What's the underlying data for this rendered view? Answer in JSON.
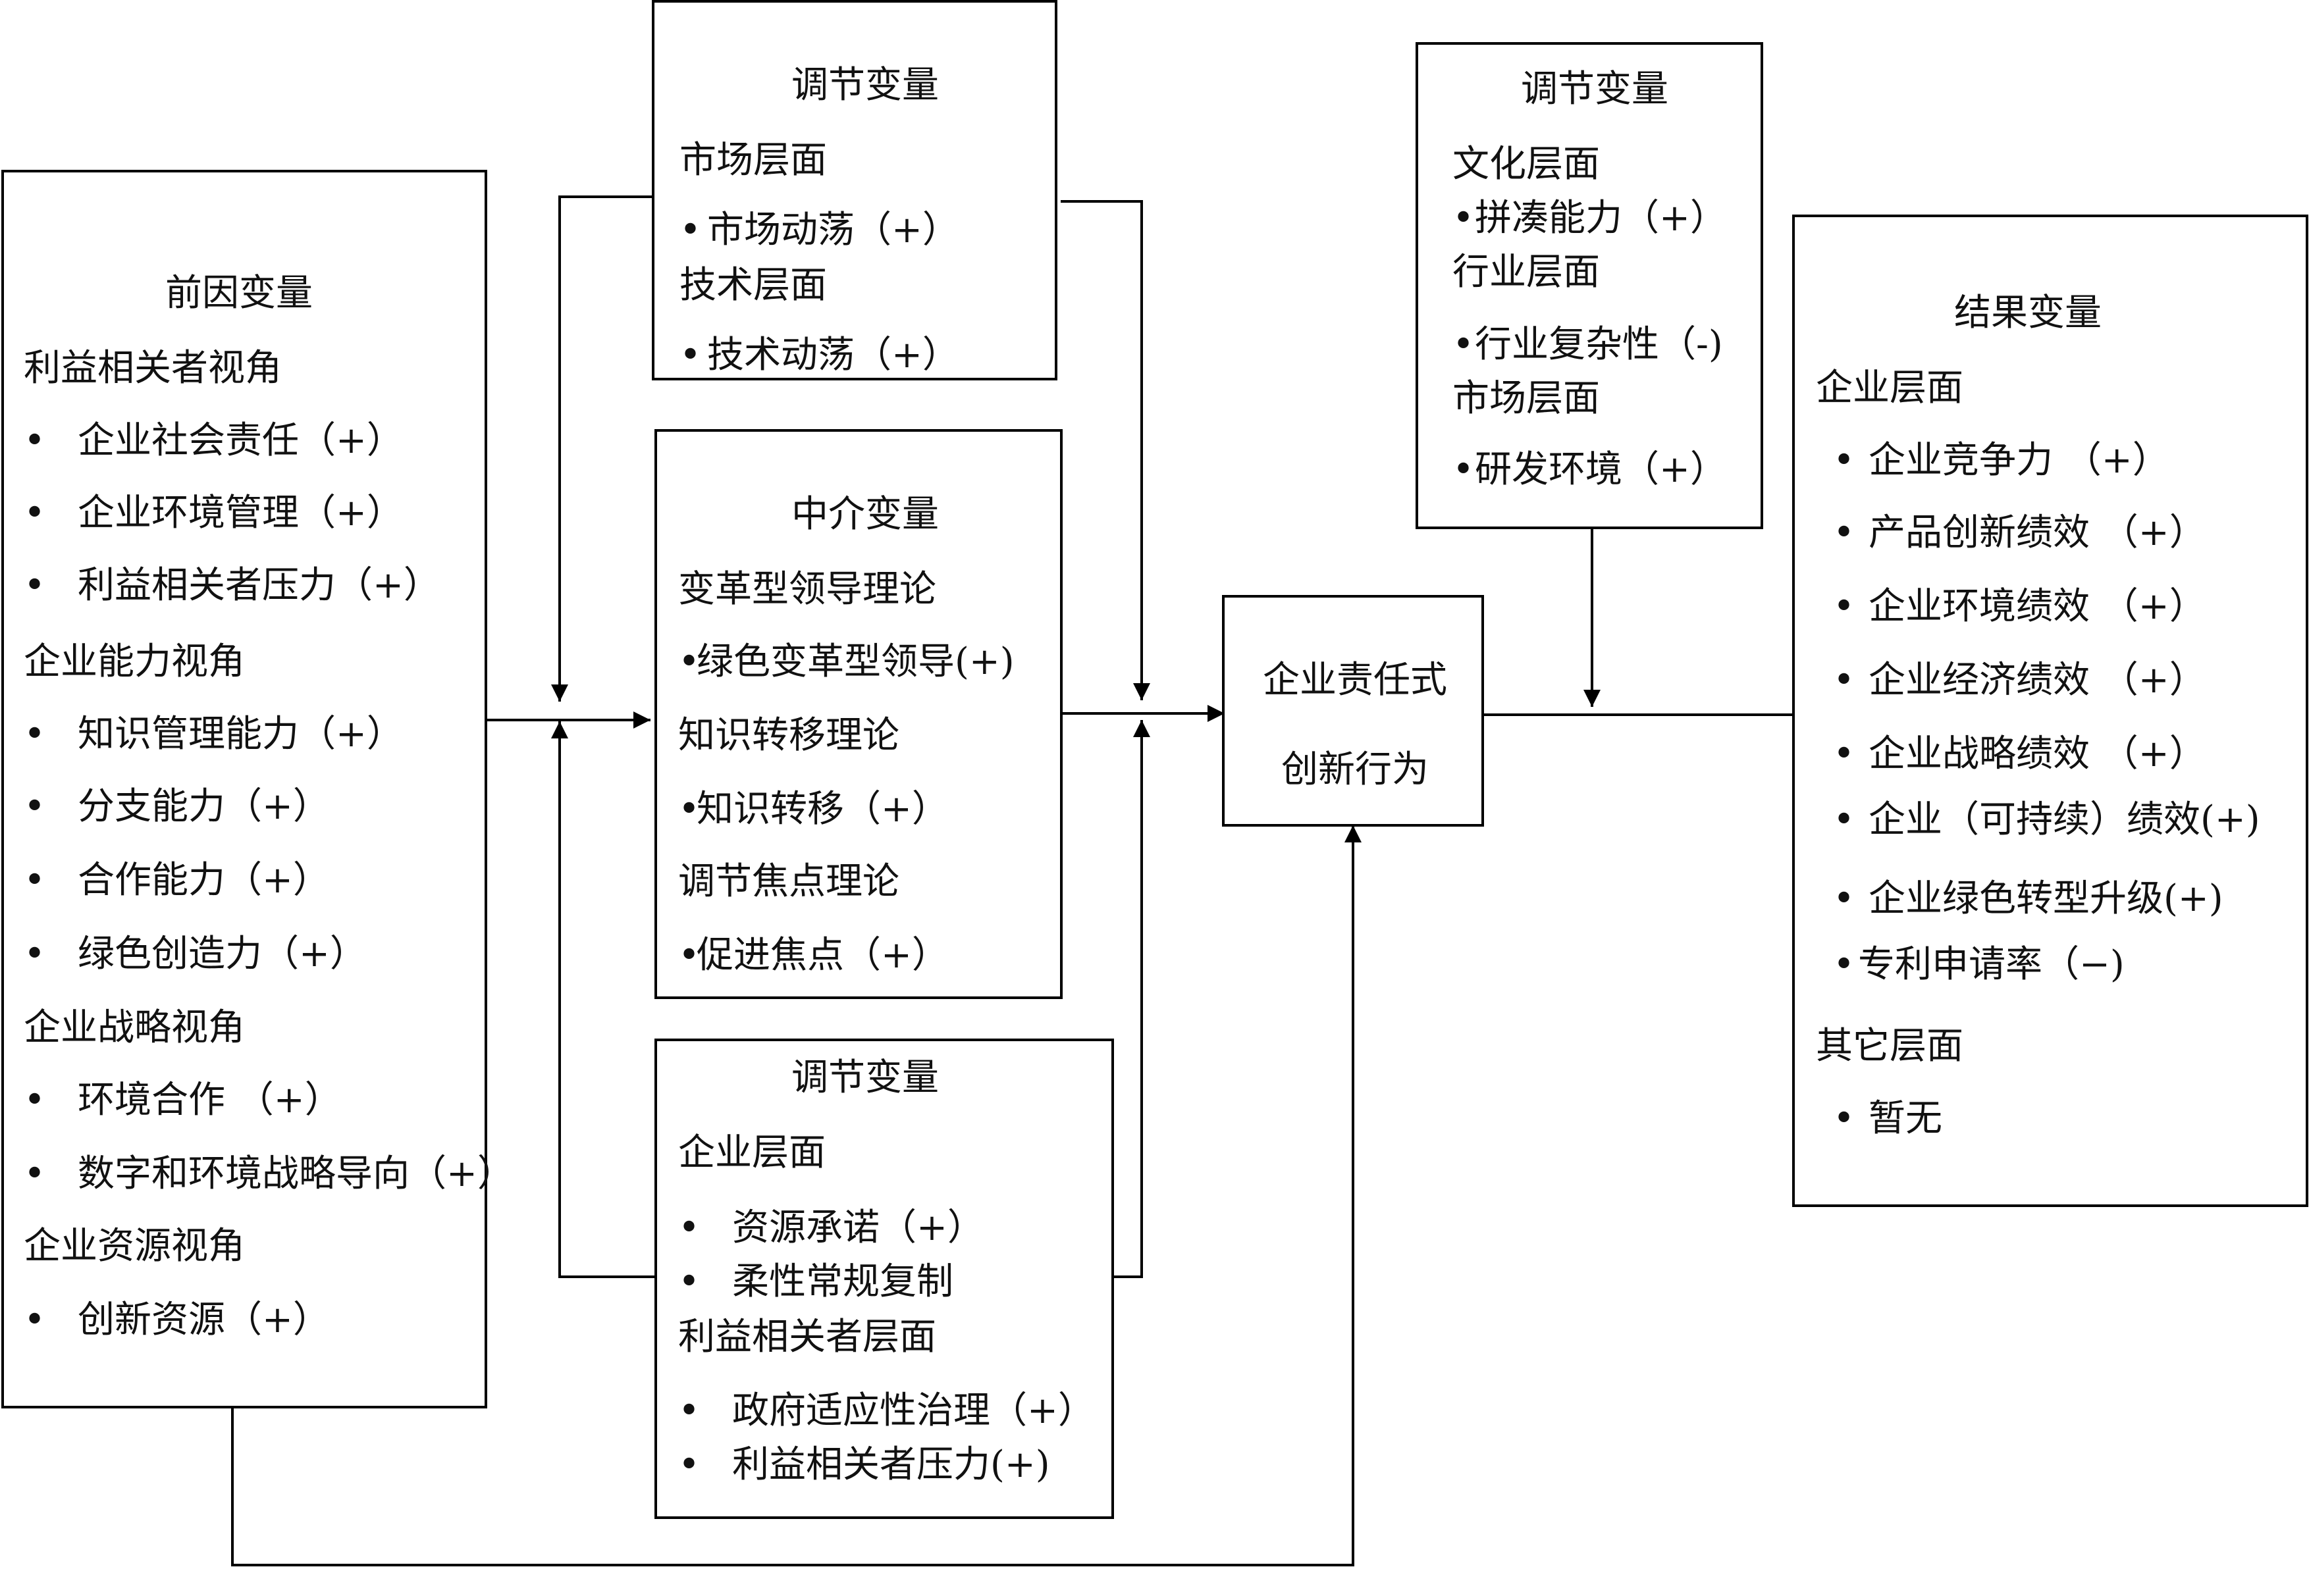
{
  "antecedent": {
    "title": "前因变量",
    "groups": [
      {
        "heading": "利益相关者视角",
        "items": [
          "企业社会责任（+）",
          "企业环境管理（+）",
          "利益相关者压力（+）"
        ]
      },
      {
        "heading": "企业能力视角",
        "items": [
          "知识管理能力（+）",
          "分支能力（+）",
          "合作能力（+）",
          "绿色创造力（+）"
        ]
      },
      {
        "heading": "企业战略视角",
        "items": [
          "环境合作 （+）",
          "数字和环境战略导向（+）"
        ]
      },
      {
        "heading": "企业资源视角",
        "items": [
          "创新资源（+）"
        ]
      }
    ]
  },
  "moderator_top": {
    "title": "调节变量",
    "groups": [
      {
        "heading": "市场层面",
        "items": [
          "市场动荡（+）"
        ]
      },
      {
        "heading": "技术层面",
        "items": [
          "技术动荡（+）"
        ]
      }
    ]
  },
  "mediator": {
    "title": "中介变量",
    "groups": [
      {
        "heading": "变革型领导理论",
        "items": [
          "绿色变革型领导(+)"
        ]
      },
      {
        "heading": "知识转移理论",
        "items": [
          "知识转移（+）"
        ]
      },
      {
        "heading": "调节焦点理论",
        "items": [
          "促进焦点（+）"
        ]
      }
    ]
  },
  "moderator_bottom": {
    "title": "调节变量",
    "groups": [
      {
        "heading": "企业层面",
        "items": [
          "资源承诺（+）",
          "柔性常规复制"
        ]
      },
      {
        "heading": "利益相关者层面",
        "items": [
          "政府适应性治理（+）",
          "利益相关者压力(+)"
        ]
      }
    ]
  },
  "moderator_right": {
    "title": "调节变量",
    "groups": [
      {
        "heading": "文化层面",
        "items": [
          "拼凑能力（+）"
        ]
      },
      {
        "heading": "行业层面",
        "items": [
          "行业复杂性（-)"
        ]
      },
      {
        "heading": "市场层面",
        "items": [
          "研发环境（+）"
        ]
      }
    ]
  },
  "core": {
    "line1": "企业责任式",
    "line2": "创新行为"
  },
  "outcome": {
    "title": "结果变量",
    "groups": [
      {
        "heading": "企业层面",
        "items": [
          "企业竞争力 （+）",
          "产品创新绩效 （+）",
          "企业环境绩效 （+）",
          "企业经济绩效 （+）",
          "企业战略绩效 （+）",
          "企业（可持续）绩效(+)",
          "企业绿色转型升级(+)",
          "专利申请率（−)"
        ]
      },
      {
        "heading": "其它层面",
        "items": [
          "暂无"
        ]
      }
    ]
  }
}
